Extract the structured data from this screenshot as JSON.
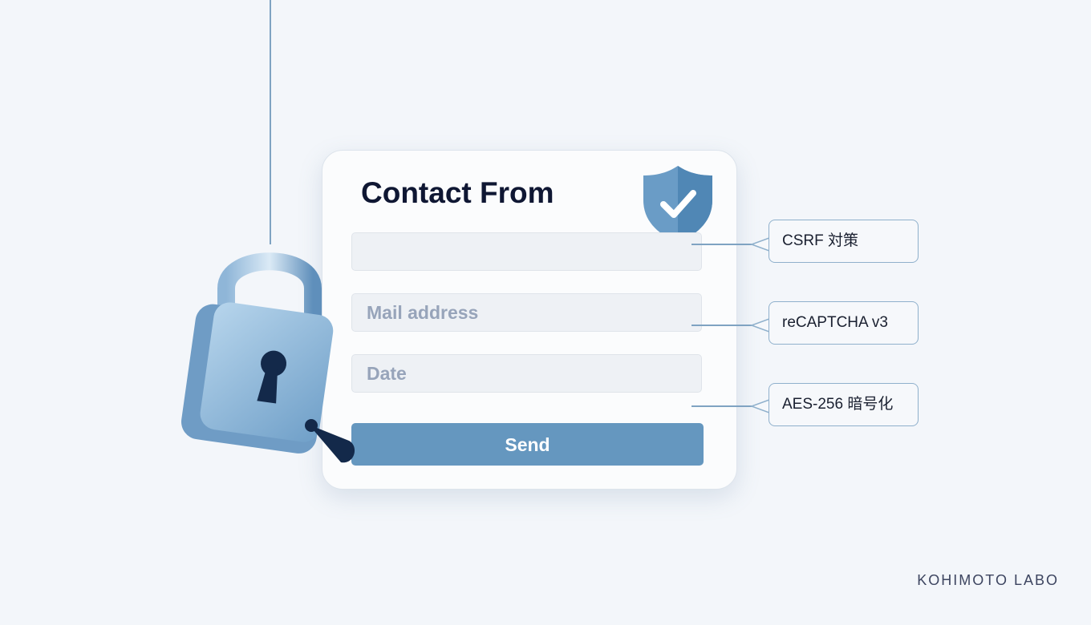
{
  "form": {
    "title": "Contact From",
    "fields": [
      {
        "placeholder": ""
      },
      {
        "placeholder": "Mail address"
      },
      {
        "placeholder": "Date"
      }
    ],
    "send_label": "Send"
  },
  "callouts": [
    "CSRF 対策",
    "reCAPTCHA v3",
    "AES-256 暗号化"
  ],
  "brand": "KOHIMOTO LABO",
  "colors": {
    "accent": "#6597bf",
    "title": "#0f1733",
    "background": "#f3f6fa"
  }
}
